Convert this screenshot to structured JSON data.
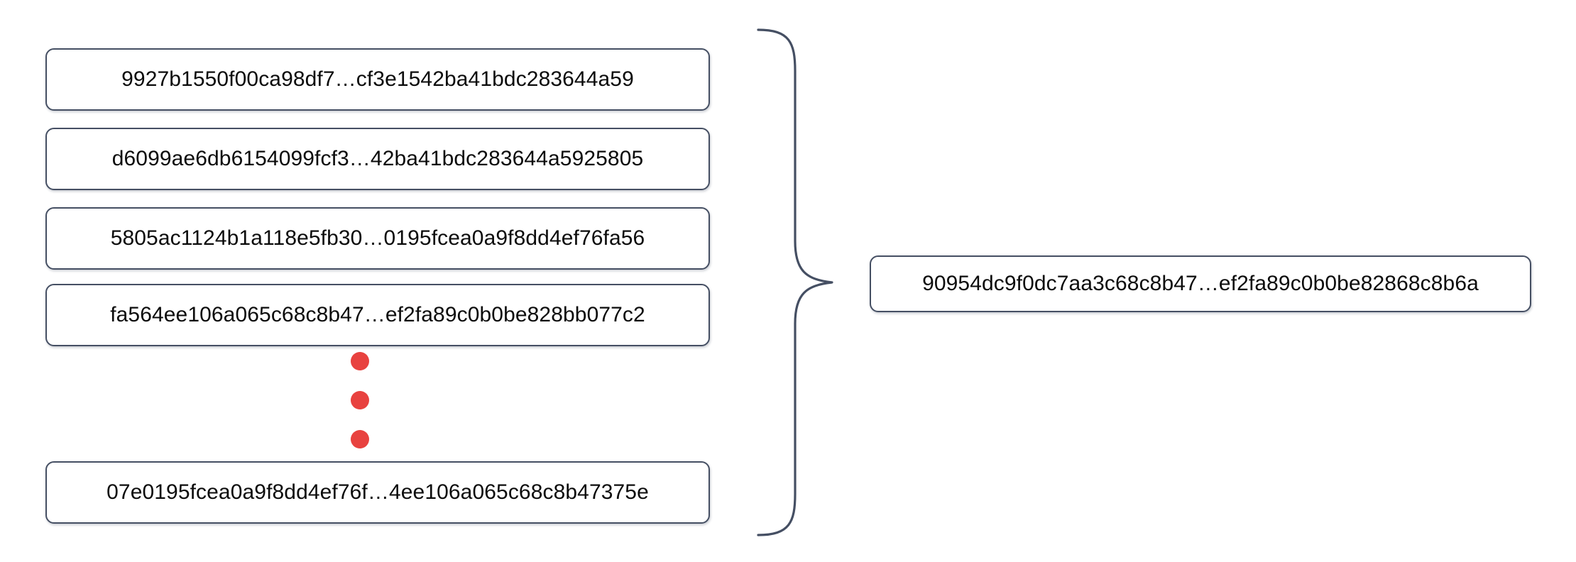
{
  "diagram": {
    "type": "merkle-hash-aggregation",
    "title": "",
    "colors": {
      "box_border": "#454f63",
      "box_fill": "#ffffff",
      "text": "#0b0b0b",
      "ellipsis_dot": "#e8423f",
      "brace_stroke": "#454f63",
      "background": "#ffffff"
    },
    "inputs": {
      "label": "",
      "items": [
        {
          "hash": "9927b1550f00ca98df7…cf3e1542ba41bdc283644a59"
        },
        {
          "hash": "d6099ae6db6154099fcf3…42ba41bdc283644a5925805"
        },
        {
          "hash": "5805ac1124b1a118e5fb30…0195fcea0a9f8dd4ef76fa56"
        },
        {
          "hash": "fa564ee106a065c68c8b47…ef2fa89c0b0be828bb077c2"
        },
        {
          "hash": "07e0195fcea0a9f8dd4ef76f…4ee106a065c68c8b47375e"
        }
      ],
      "ellipsis": {
        "symbol": "vertical-ellipsis",
        "dot_count": 3
      }
    },
    "connector": {
      "symbol": "right-pointing-curly-brace",
      "orientation": "points-right"
    },
    "output": {
      "label": "",
      "hash": "90954dc9f0dc7aa3c68c8b47…ef2fa89c0b0be82868c8b6a"
    }
  }
}
